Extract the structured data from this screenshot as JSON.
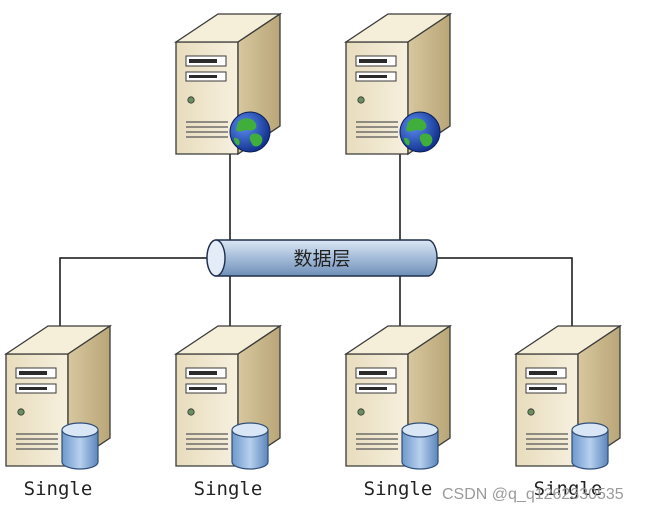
{
  "diagram": {
    "bus_label": "数据层",
    "web_servers": [
      {
        "icon": "web-server-icon",
        "badge": "globe-icon"
      },
      {
        "icon": "web-server-icon",
        "badge": "globe-icon"
      }
    ],
    "db_servers": [
      {
        "label": "Single",
        "icon": "db-server-icon",
        "badge": "database-icon"
      },
      {
        "label": "Single",
        "icon": "db-server-icon",
        "badge": "database-icon"
      },
      {
        "label": "Single",
        "icon": "db-server-icon",
        "badge": "database-icon"
      },
      {
        "label": "Single",
        "icon": "db-server-icon",
        "badge": "database-icon"
      }
    ]
  },
  "watermark": "CSDN @q_q1262330535",
  "colors": {
    "case_light": "#f2ead4",
    "case_dark": "#c9b88f",
    "bus_fill": "#9fb8d8",
    "db_fill": "#7fa6d6",
    "globe_sea": "#1f4fb8",
    "globe_land": "#3fae3a"
  }
}
